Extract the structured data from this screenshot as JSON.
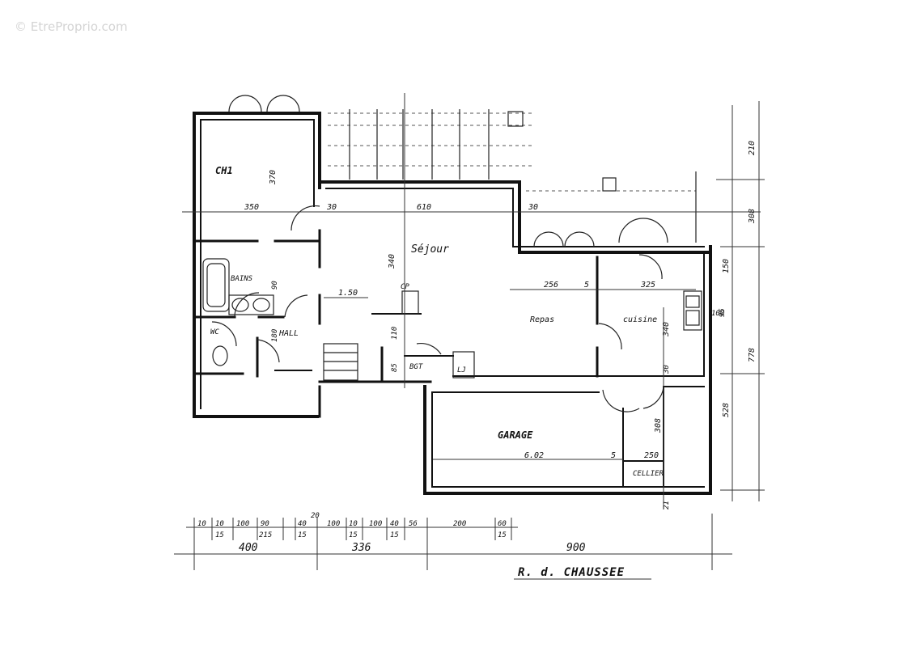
{
  "watermark": "© EtreProprio.com",
  "title": "R. d. CHAUSSEE",
  "rooms": {
    "ch1": "CH1",
    "bains": "BAINS",
    "hall": "HALL",
    "wc": "WC",
    "sejour": "Séjour",
    "repas": "Repas",
    "cuisine": "cuisine",
    "cp": "CP",
    "bgt": "BGT",
    "lj": "LJ",
    "garage": "GARAGE",
    "cellier": "CELLIER"
  },
  "dims": {
    "d350": "350",
    "d370": "370",
    "d30a": "30",
    "d610": "610",
    "d30b": "30",
    "d340a": "340",
    "d150a": "1.50",
    "d110": "110",
    "d85": "85",
    "d256": "256",
    "d5a": "5",
    "d325": "325",
    "d340b": "340",
    "d30c": "30",
    "d100": "100",
    "d95": "95",
    "d602": "6.02",
    "d5b": "5",
    "d250": "250",
    "d308a": "308",
    "d21": "21",
    "d90": "90",
    "d180": "180"
  },
  "right_dims": {
    "r210": "210",
    "r308": "308",
    "r150": "150",
    "r778": "778",
    "r528": "528"
  },
  "bottom_row1": [
    "10",
    "10",
    "100",
    "90",
    "40",
    "100",
    "10",
    "100",
    "40",
    "56",
    "200",
    "60"
  ],
  "bottom_row1b": [
    "20"
  ],
  "bottom_row2": [
    "15",
    "215",
    "15",
    "15",
    "15",
    "15"
  ],
  "bottom_totals": [
    "400",
    "336",
    "900"
  ]
}
